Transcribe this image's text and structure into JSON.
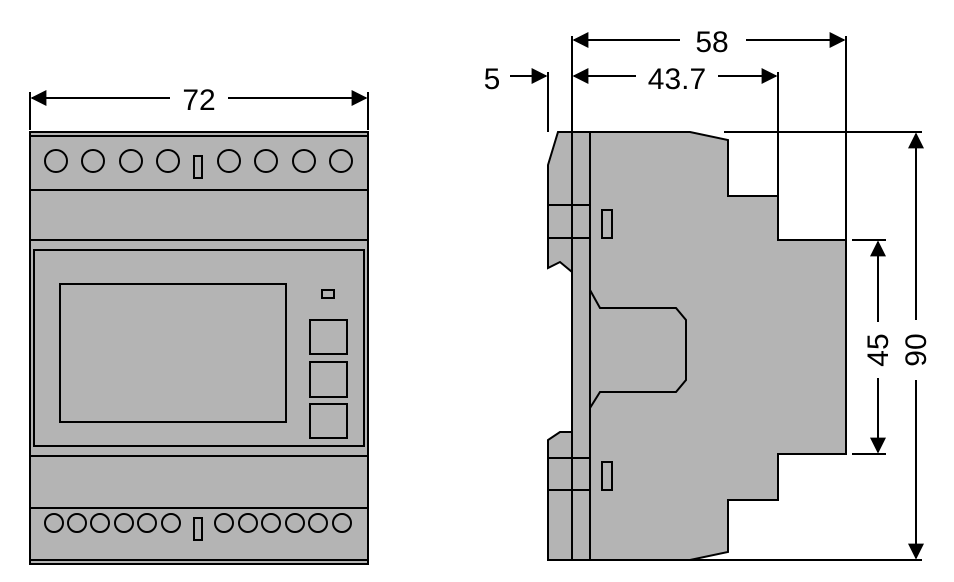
{
  "dimensions": {
    "front_width": "72",
    "side_depth_total": "58",
    "side_depth_inner": "43.7",
    "side_offset": "5",
    "side_height_inner": "45",
    "side_height_total": "90"
  }
}
